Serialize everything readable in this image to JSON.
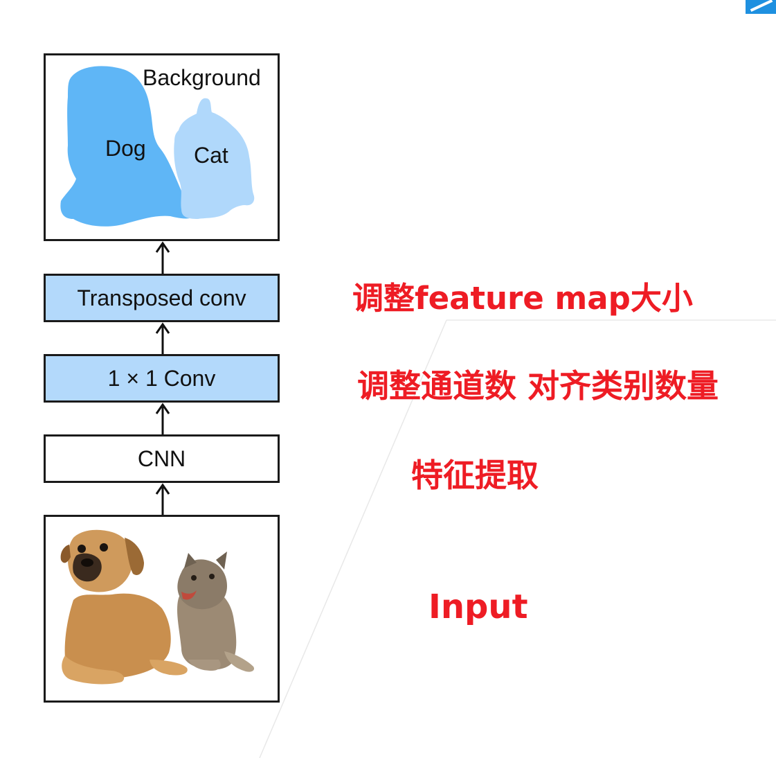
{
  "diagram": {
    "output": {
      "background_label": "Background",
      "dog_label": "Dog",
      "cat_label": "Cat"
    },
    "layers": {
      "transposed_conv": "Transposed conv",
      "one_by_one_conv": "1 × 1 Conv",
      "cnn": "CNN"
    }
  },
  "annotations": {
    "transposed_conv": "调整feature map大小",
    "one_by_one_conv": "调整通道数 对齐类别数量",
    "cnn": "特征提取",
    "input": "Input"
  },
  "colors": {
    "layer_fill": "#b3d9fb",
    "dog_mask": "#5fb6f6",
    "cat_mask": "#b0d8fb",
    "annotation": "#ee1c24"
  }
}
